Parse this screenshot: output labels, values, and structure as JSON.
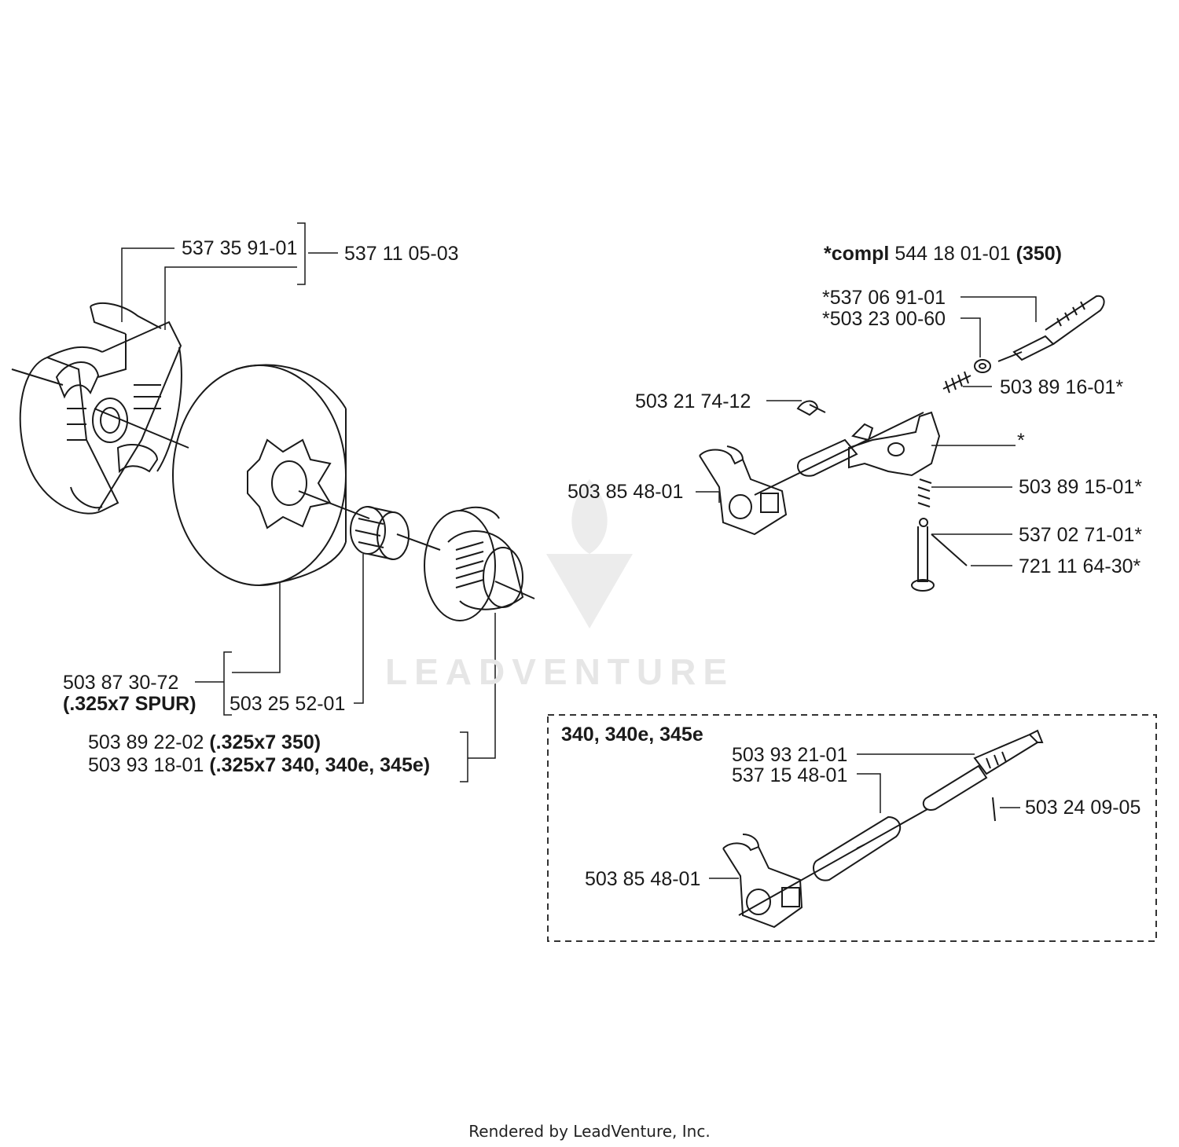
{
  "labels": {
    "clutch_spring": "537 35 91-01",
    "clutch_assy": "537 11 05-03",
    "drum_part": "503 87 30-72",
    "drum_note": "(.325x7 SPUR)",
    "bearing": "503 25 52-01",
    "washer_a_part": "503 89 22-02",
    "washer_a_note": "(.325x7  350)",
    "washer_b_part": "503 93 18-01",
    "washer_b_note": "(.325x7  340, 340e, 345e)",
    "compl_prefix": "*compl",
    "compl_part": "544 18 01-01",
    "compl_model": "(350)",
    "adj_screw": "*537 06 91-01",
    "adj_washer": "*503 23 00-60",
    "adj_spring_top": "503 89 16-01*",
    "screw": "503 21 74-12",
    "asterisk": "*",
    "pump_block_top": "503 85 48-01",
    "adj_spring_bottom": "503 89 15-01*",
    "plunger": "537 02 71-01*",
    "pin": "721 11 64-30*",
    "inset_title": "340, 340e, 345e",
    "inset_shaft": "503 93 21-01",
    "inset_sleeve": "537 15 48-01",
    "inset_pin": "503 24 09-05",
    "inset_block": "503 85 48-01"
  },
  "watermark": "LEADVENTURE",
  "footer": "Rendered by LeadVenture, Inc.",
  "colors": {
    "line": "#1a1a1a",
    "watermark": "#e6e6e6",
    "inset_border": "#333333"
  }
}
